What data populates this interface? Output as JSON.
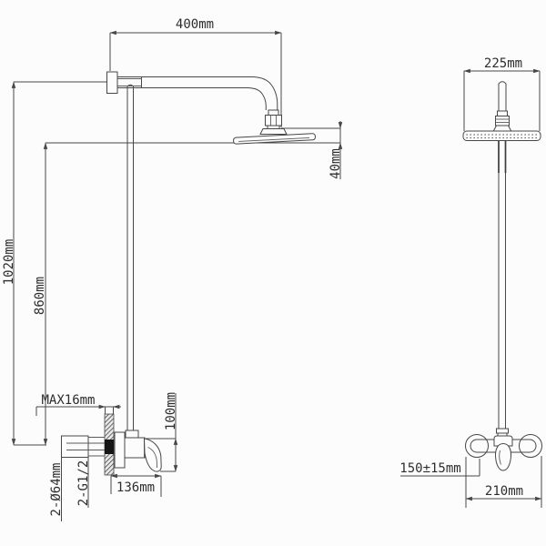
{
  "page": {
    "background": "#fcfcfc",
    "line_color": "#474747",
    "text_color": "#2d2d2d",
    "description_labels": "shower system installation dimension drawing"
  },
  "views": {
    "front": {
      "dimensions": {
        "arm_reach": "400mm",
        "head_drop": "40mm",
        "total_height": "1020mm",
        "rail_height": "860mm",
        "wall_thickness_max": "MAX16mm",
        "spout_drop": "100mm",
        "spout_reach": "136mm",
        "escutcheon_holes": "2-Ø64mm",
        "inlet_thread": "2-G1/2"
      }
    },
    "side": {
      "dimensions": {
        "head_width": "225mm",
        "inlet_spacing": "150±15mm",
        "valve_width": "210mm"
      }
    }
  }
}
